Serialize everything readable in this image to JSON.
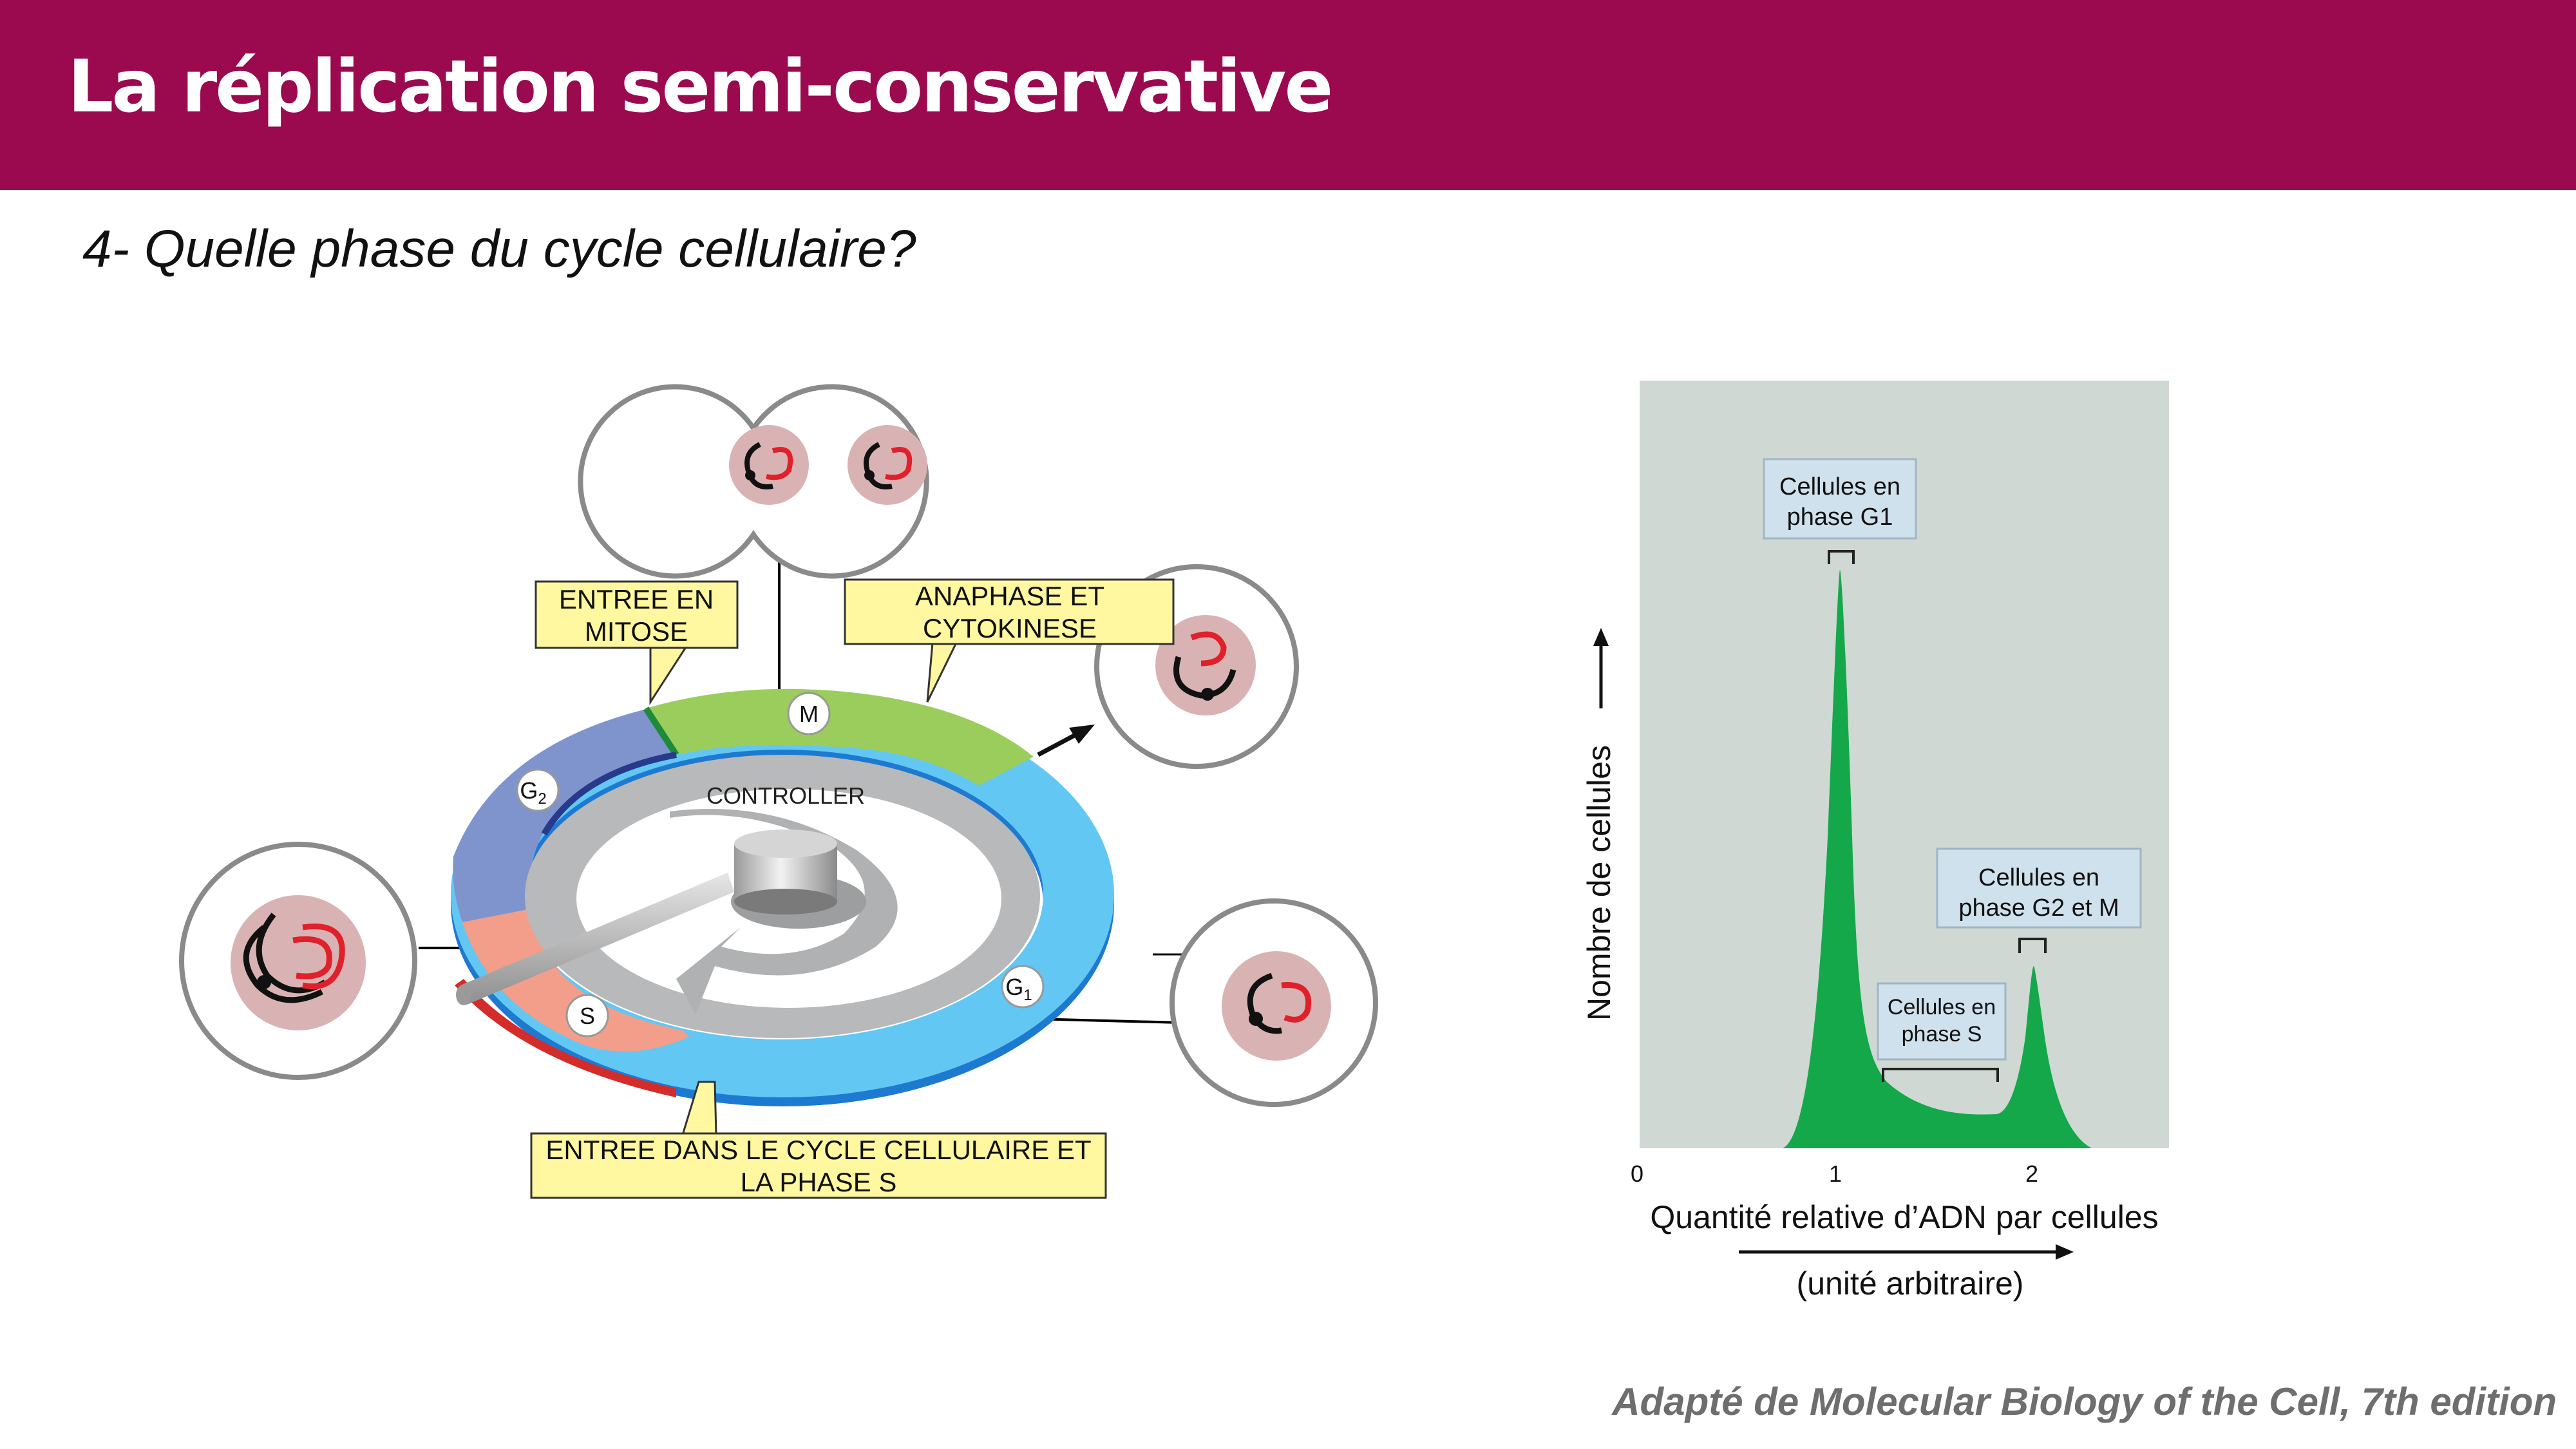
{
  "slide": {
    "title": "La réplication semi-conservative",
    "question": "4- Quelle phase du cycle cellulaire?",
    "credit": "Adapté de Molecular Biology of the Cell, 7th edition"
  },
  "cycle_diagram": {
    "controller": "CONTROLLER",
    "phases": {
      "m": "M",
      "g2": "G",
      "g2_sub": "2",
      "s": "S",
      "g1": "G",
      "g1_sub": "1"
    },
    "callouts": {
      "mitosis_entry": [
        "ENTREE EN",
        "MITOSE"
      ],
      "anaphase": [
        "ANAPHASE ET",
        "CYTOKINESE"
      ],
      "s_entry": [
        "ENTREE DANS LE CYCLE CELLULAIRE ET",
        "LA PHASE S"
      ]
    }
  },
  "histogram": {
    "type": "area",
    "ylabel": "Nombre de cellules",
    "xlabel": "Quantité relative d’ADN par cellules",
    "xlabel_unit": "(unité arbitraire)",
    "x_ticks": [
      "0",
      "1",
      "2"
    ],
    "annotations": {
      "g1": [
        "Cellules en",
        "phase G1"
      ],
      "g2m": [
        "Cellules en",
        "phase G2 et M"
      ],
      "s": [
        "Cellules en",
        "phase S"
      ]
    },
    "colors": {
      "fill": "#14a84a",
      "background": "#cfd8d3"
    }
  }
}
